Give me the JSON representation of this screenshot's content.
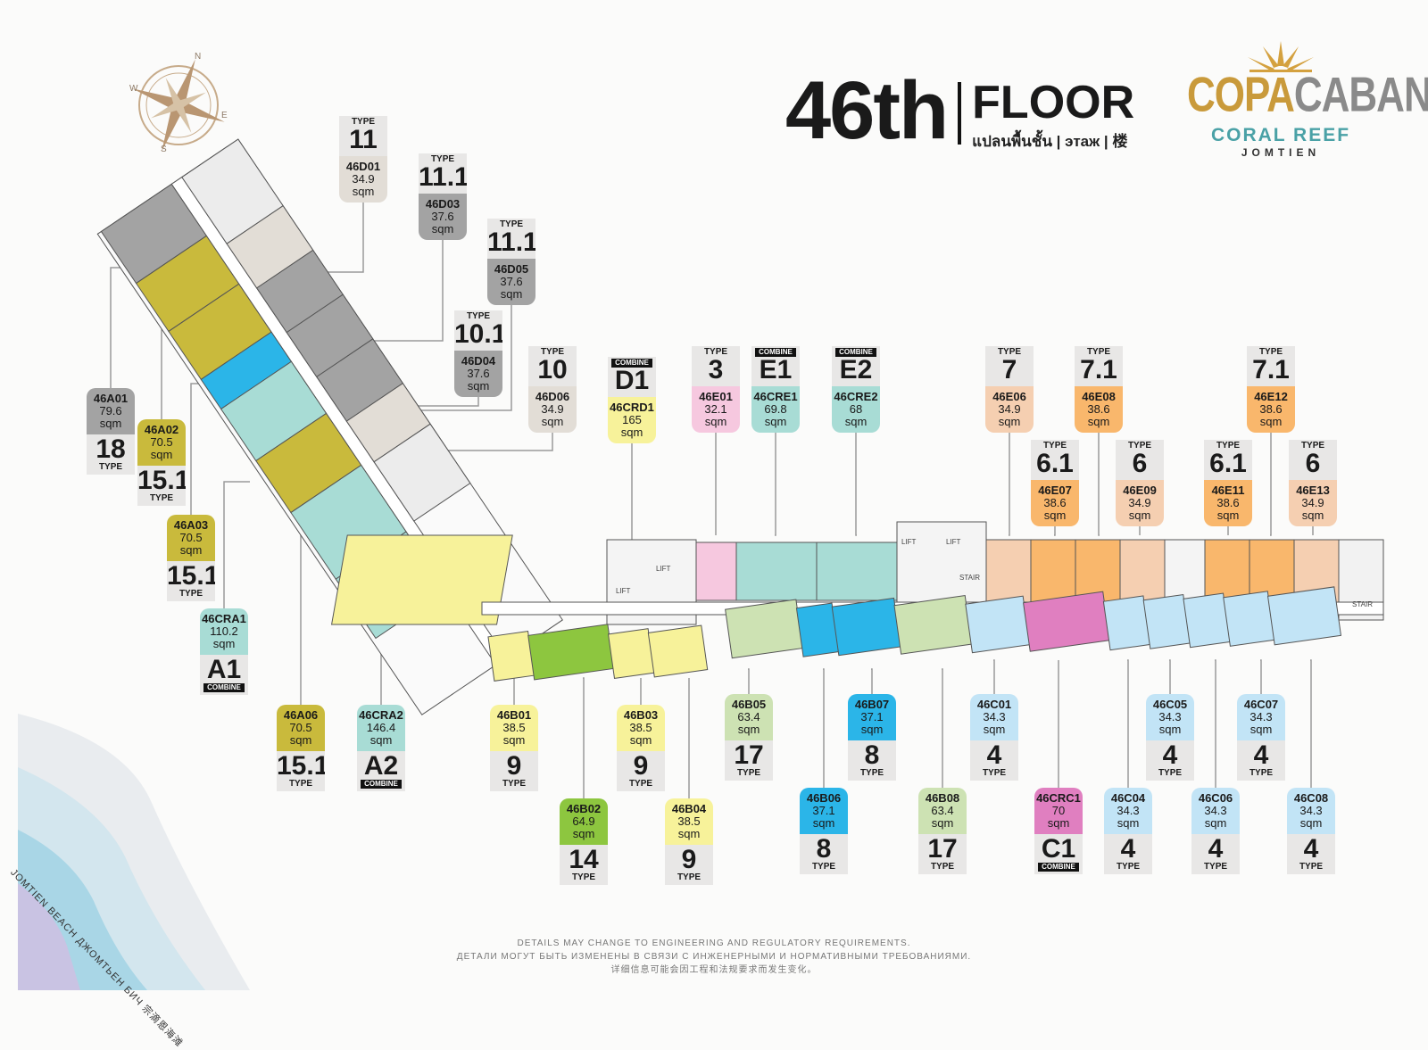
{
  "header": {
    "floor_number": "46th",
    "floor_word": "FLOOR",
    "floor_sub_th": "แปลนพื้นชั้น",
    "floor_sub_ru": "этаж",
    "floor_sub_zh": "楼"
  },
  "logo": {
    "main_a": "COPA",
    "main_b": "CABANA",
    "sub": "CORAL REEF",
    "location": "JOMTIEN"
  },
  "compass": {
    "n": "N",
    "e": "E",
    "s": "S",
    "w": "W"
  },
  "beach_label": "JOMTIEN BEACH ДЖОМТЬЕН БИЧ 宗滴恩海滩",
  "disclaimer": [
    "DETAILS MAY CHANGE TO ENGINEERING AND REGULATORY REQUIREMENTS.",
    "ДЕТАЛИ МОГУТ БЫТЬ ИЗМЕНЕНЫ В СВЯЗИ С ИНЖЕНЕРНЫМИ И НОРМАТИВНЫМИ ТРЕБОВАНИЯМИ.",
    "详细信息可能会因工程和法规要求而发生变化。"
  ],
  "labels": {
    "type": "TYPE",
    "sqm": "sqm",
    "combine": "COMBINE"
  },
  "units": [
    {
      "id": "46D01",
      "area": "34.9",
      "type": "11",
      "color": "#e2ddd6",
      "layout": "top"
    },
    {
      "id": "46D03",
      "area": "37.6",
      "type": "11.1",
      "color": "#a3a3a3",
      "layout": "top"
    },
    {
      "id": "46D05",
      "area": "37.6",
      "type": "11.1",
      "color": "#a3a3a3",
      "layout": "top"
    },
    {
      "id": "46D04",
      "area": "37.6",
      "type": "10.1",
      "color": "#a3a3a3",
      "layout": "top"
    },
    {
      "id": "46D06",
      "area": "34.9",
      "type": "10",
      "color": "#e2ddd6",
      "layout": "top"
    },
    {
      "id": "46CRD1",
      "area": "165",
      "type": "D1",
      "color": "#f7f29a",
      "layout": "top",
      "combine": true
    },
    {
      "id": "46E01",
      "area": "32.1",
      "type": "3",
      "color": "#f6c8df",
      "layout": "top"
    },
    {
      "id": "46CRE1",
      "area": "69.8",
      "type": "E1",
      "color": "#a8dcd5",
      "layout": "top",
      "combine": true
    },
    {
      "id": "46CRE2",
      "area": "68",
      "type": "E2",
      "color": "#a8dcd5",
      "layout": "top",
      "combine": true
    },
    {
      "id": "46E06",
      "area": "34.9",
      "type": "7",
      "color": "#f5cfb1",
      "layout": "top"
    },
    {
      "id": "46E08",
      "area": "38.6",
      "type": "7.1",
      "color": "#f9b76c",
      "layout": "top"
    },
    {
      "id": "46E07",
      "area": "38.6",
      "type": "6.1",
      "color": "#f9b76c",
      "layout": "top"
    },
    {
      "id": "46E09",
      "area": "34.9",
      "type": "6",
      "color": "#f5cfb1",
      "layout": "top"
    },
    {
      "id": "46E11",
      "area": "38.6",
      "type": "6.1",
      "color": "#f9b76c",
      "layout": "top"
    },
    {
      "id": "46E12",
      "area": "38.6",
      "type": "7.1",
      "color": "#f9b76c",
      "layout": "top"
    },
    {
      "id": "46E13",
      "area": "34.9",
      "type": "6",
      "color": "#f5cfb1",
      "layout": "top"
    },
    {
      "id": "46A01",
      "area": "79.6",
      "type": "18",
      "color": "#a3a3a3",
      "layout": "bottom"
    },
    {
      "id": "46A02",
      "area": "70.5",
      "type": "15.1",
      "color": "#c9ba3c",
      "layout": "bottom"
    },
    {
      "id": "46A03",
      "area": "70.5",
      "type": "15.1",
      "color": "#c9ba3c",
      "layout": "bottom"
    },
    {
      "id": "46CRA1",
      "area": "110.2",
      "type": "A1",
      "color": "#a8dcd5",
      "layout": "bottom",
      "combine": true
    },
    {
      "id": "46A06",
      "area": "70.5",
      "type": "15.1",
      "color": "#c9ba3c",
      "layout": "bottom"
    },
    {
      "id": "46CRA2",
      "area": "146.4",
      "type": "A2",
      "color": "#a8dcd5",
      "layout": "bottom",
      "combine": true
    },
    {
      "id": "46B01",
      "area": "38.5",
      "type": "9",
      "color": "#f7f29a",
      "layout": "bottom"
    },
    {
      "id": "46B02",
      "area": "64.9",
      "type": "14",
      "color": "#8dc63f",
      "layout": "bottom"
    },
    {
      "id": "46B03",
      "area": "38.5",
      "type": "9",
      "color": "#f7f29a",
      "layout": "bottom"
    },
    {
      "id": "46B04",
      "area": "38.5",
      "type": "9",
      "color": "#f7f29a",
      "layout": "bottom"
    },
    {
      "id": "46B05",
      "area": "63.4",
      "type": "17",
      "color": "#cde2b3",
      "layout": "bottom"
    },
    {
      "id": "46B06",
      "area": "37.1",
      "type": "8",
      "color": "#2bb5e8",
      "layout": "bottom"
    },
    {
      "id": "46B07",
      "area": "37.1",
      "type": "8",
      "color": "#2bb5e8",
      "layout": "bottom"
    },
    {
      "id": "46B08",
      "area": "63.4",
      "type": "17",
      "color": "#cde2b3",
      "layout": "bottom"
    },
    {
      "id": "46C01",
      "area": "34.3",
      "type": "4",
      "color": "#c2e4f6",
      "layout": "bottom"
    },
    {
      "id": "46CRC1",
      "area": "70",
      "type": "C1",
      "color": "#e07fc0",
      "layout": "bottom",
      "combine": true
    },
    {
      "id": "46C04",
      "area": "34.3",
      "type": "4",
      "color": "#c2e4f6",
      "layout": "bottom"
    },
    {
      "id": "46C05",
      "area": "34.3",
      "type": "4",
      "color": "#c2e4f6",
      "layout": "bottom"
    },
    {
      "id": "46C06",
      "area": "34.3",
      "type": "4",
      "color": "#c2e4f6",
      "layout": "bottom"
    },
    {
      "id": "46C07",
      "area": "34.3",
      "type": "4",
      "color": "#c2e4f6",
      "layout": "bottom"
    },
    {
      "id": "46C08",
      "area": "34.3",
      "type": "4",
      "color": "#c2e4f6",
      "layout": "bottom"
    }
  ],
  "plan_labels": {
    "lift": "LIFT",
    "stair": "STAIR"
  }
}
